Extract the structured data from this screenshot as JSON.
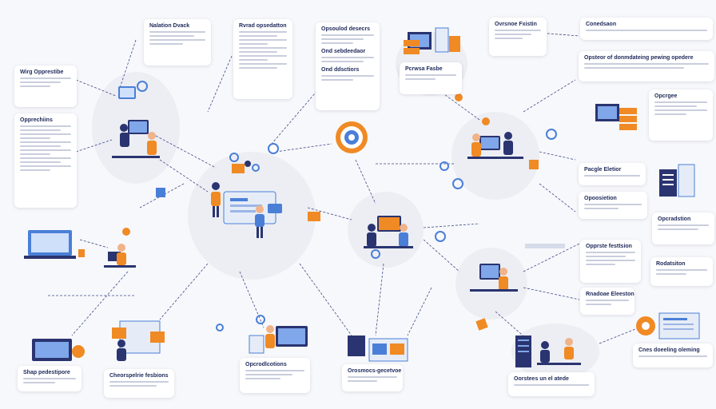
{
  "cards": [
    {
      "id": "c1",
      "title": "Nalation Dvack"
    },
    {
      "id": "c2",
      "title": "Rvrad opsedatton"
    },
    {
      "id": "c3",
      "title": "Opsoulod desecrs"
    },
    {
      "id": "c4",
      "title": "Ovrsnoe Fxistin"
    },
    {
      "id": "c5",
      "title": "Conedsaon"
    },
    {
      "id": "c6",
      "title": "Wirg Opprestibe"
    },
    {
      "id": "c7",
      "title": "Opprechiins"
    },
    {
      "id": "c8",
      "title": "Ond sebdeedaor"
    },
    {
      "id": "c9",
      "title": "Ond ddsctiors"
    },
    {
      "id": "c10",
      "title": "Pcrwsa Fasbe"
    },
    {
      "id": "c11",
      "title": "Opsteor of donmdateing pewing opedere"
    },
    {
      "id": "c12",
      "title": "Opcrgee"
    },
    {
      "id": "c13",
      "title": "Pacgle Eletior"
    },
    {
      "id": "c14",
      "title": "Opoosietion"
    },
    {
      "id": "c15",
      "title": "Opcradstion"
    },
    {
      "id": "c16",
      "title": "Opprste festtsion"
    },
    {
      "id": "c17",
      "title": "Rodatsiton"
    },
    {
      "id": "c18",
      "title": "Rnadoae Eleeston"
    },
    {
      "id": "c19",
      "title": "Cnes doeeling oleming"
    },
    {
      "id": "c20",
      "title": "Shap pedestipore"
    },
    {
      "id": "c21",
      "title": "Cheorspelrie fesbions"
    },
    {
      "id": "c22",
      "title": "Opcrodlcotions"
    },
    {
      "id": "c23",
      "title": "Orosmocs-gecetvoe"
    },
    {
      "id": "c24",
      "title": "Oorstees un el atede"
    }
  ],
  "colors": {
    "navy": "#2a3470",
    "orange": "#f08a24",
    "blue": "#4a7fd8",
    "line": "#3f4a8a",
    "blob": "#eceef3"
  },
  "icons": [
    "gear-icon",
    "monitor-icon",
    "person-icon",
    "server-icon",
    "document-icon",
    "lightbulb-icon"
  ]
}
